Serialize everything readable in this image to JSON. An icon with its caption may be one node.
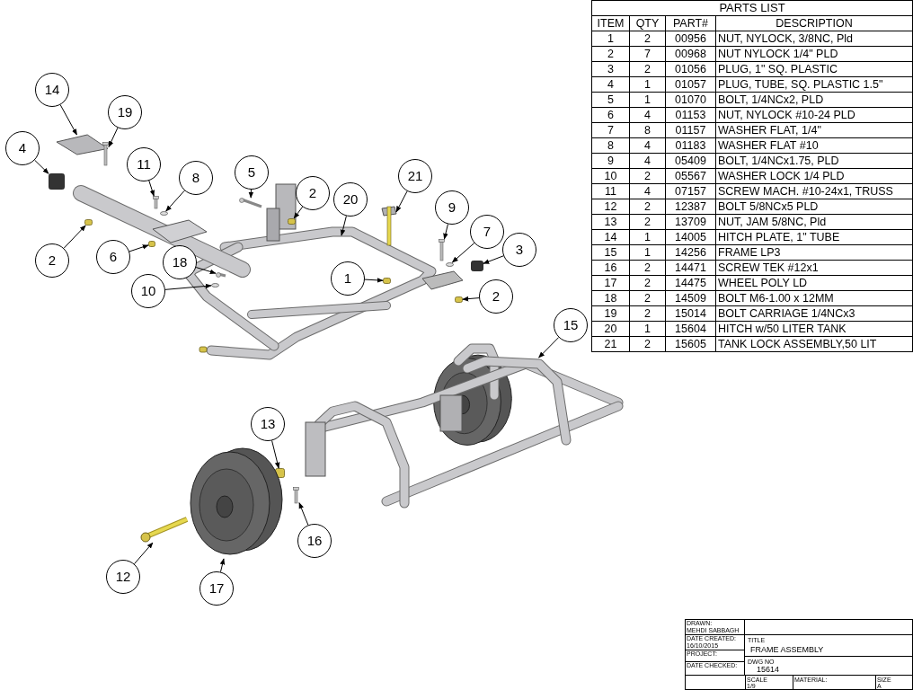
{
  "diagram": {
    "nodes": [
      {
        "text": [
          "14"
        ]
      },
      {
        "text": [
          "19"
        ]
      },
      {
        "text": [
          "4"
        ]
      },
      {
        "text": [
          "11"
        ]
      },
      {
        "text": [
          "8"
        ]
      },
      {
        "text": [
          "5"
        ]
      },
      {
        "text": [
          "2"
        ]
      },
      {
        "text": [
          "20"
        ]
      },
      {
        "text": [
          "21"
        ]
      },
      {
        "text": [
          "9"
        ]
      },
      {
        "text": [
          "7"
        ]
      },
      {
        "text": [
          "3"
        ]
      },
      {
        "text": [
          "6"
        ]
      },
      {
        "text": [
          "2"
        ]
      },
      {
        "text": [
          "18"
        ]
      },
      {
        "text": [
          "10"
        ]
      },
      {
        "text": [
          "1"
        ]
      },
      {
        "text": [
          "2"
        ]
      },
      {
        "text": [
          "15"
        ]
      },
      {
        "text": [
          "13"
        ]
      },
      {
        "text": [
          "16"
        ]
      },
      {
        "text": [
          "12"
        ]
      },
      {
        "text": [
          "17"
        ]
      },
      {
        "text": [],
        "shape": "picture"
      },
      {
        "text": [],
        "shape": "picture"
      },
      {
        "text": [],
        "shape": "box"
      },
      {
        "text": [],
        "shape": "picture"
      },
      {
        "text": [],
        "shape": "circle"
      },
      {
        "text": [],
        "shape": "picture"
      },
      {
        "text": [],
        "shape": "box"
      },
      {
        "text": [],
        "shape": "picture"
      },
      {
        "text": [],
        "shape": "picture"
      },
      {
        "text": [],
        "shape": "circle"
      },
      {
        "text": [],
        "shape": "box"
      },
      {
        "text": [],
        "shape": "box"
      },
      {
        "text": [],
        "shape": "box"
      },
      {
        "text": [],
        "shape": "picture"
      },
      {
        "text": [],
        "shape": "circle"
      },
      {
        "text": [],
        "shape": "box"
      },
      {
        "text": [],
        "shape": "box"
      },
      {
        "text": [],
        "shape": "picture"
      },
      {
        "text": [],
        "shape": "box"
      },
      {
        "text": [],
        "shape": "picture"
      },
      {
        "text": [],
        "shape": "picture"
      },
      {
        "text": [],
        "shape": "picture"
      }
    ],
    "edges": [
      {
        "from": 0,
        "to": 23,
        "arrow": "to"
      },
      {
        "from": 1,
        "to": 24,
        "arrow": "to"
      },
      {
        "from": 2,
        "to": 25,
        "arrow": "to"
      },
      {
        "from": 3,
        "to": 26,
        "arrow": "to"
      },
      {
        "from": 4,
        "to": 27,
        "arrow": "to"
      },
      {
        "from": 5,
        "to": 28,
        "arrow": "to"
      },
      {
        "from": 6,
        "to": 29,
        "arrow": "to"
      },
      {
        "from": 7,
        "to": null,
        "arrow": "to"
      },
      {
        "from": 8,
        "to": 30,
        "arrow": "to"
      },
      {
        "from": 9,
        "to": 31,
        "arrow": "to"
      },
      {
        "from": 10,
        "to": 32,
        "arrow": "to"
      },
      {
        "from": 11,
        "to": 33,
        "arrow": "to"
      },
      {
        "from": 12,
        "to": 34,
        "arrow": "to"
      },
      {
        "from": 13,
        "to": 35,
        "arrow": "to"
      },
      {
        "from": 14,
        "to": 36,
        "arrow": "to"
      },
      {
        "from": 15,
        "to": 37,
        "arrow": "to"
      },
      {
        "from": 16,
        "to": 38,
        "arrow": "to"
      },
      {
        "from": 17,
        "to": 39,
        "arrow": "to"
      },
      {
        "from": 18,
        "to": 40,
        "arrow": "to"
      },
      {
        "from": 19,
        "to": 41,
        "arrow": "to"
      },
      {
        "from": 20,
        "to": 42,
        "arrow": "to"
      },
      {
        "from": 21,
        "to": 43,
        "arrow": "to"
      },
      {
        "from": 22,
        "to": 44,
        "arrow": "to"
      }
    ],
    "labels": [
      "PARTS LIST",
      "ITEM",
      "QTY",
      "PART#",
      "DESCRIPTION",
      "1",
      "2",
      "00956",
      "NUT, NYLOCK, 3/8NC, Pld",
      "2",
      "7",
      "00968",
      "NUT NYLOCK 1/4\" PLD",
      "3",
      "2",
      "01056",
      "PLUG, 1\" SQ. PLASTIC",
      "4",
      "1",
      "01057",
      "PLUG, TUBE, SQ. PLASTIC 1.5\"",
      "5",
      "1",
      "01070",
      "BOLT, 1/4NCx2, PLD",
      "6",
      "4",
      "01153",
      "NUT, NYLOCK #10-24 PLD",
      "7",
      "8",
      "01157",
      "WASHER FLAT, 1/4\"",
      "8",
      "4",
      "01183",
      "WASHER FLAT #10",
      "9",
      "4",
      "05409",
      "BOLT, 1/4NCx1.75, PLD",
      "10",
      "2",
      "05567",
      "WASHER LOCK 1/4 PLD",
      "11",
      "4",
      "07157",
      "SCREW MACH. #10-24x1, TRUSS",
      "12",
      "2",
      "12387",
      "BOLT 5/8NCx5 PLD",
      "13",
      "2",
      "13709",
      "NUT, JAM 5/8NC, Pld",
      "14",
      "1",
      "14005",
      "HITCH PLATE, 1\" TUBE",
      "15",
      "1",
      "14256",
      "FRAME LP3",
      "16",
      "2",
      "14471",
      "SCREW TEK #12x1",
      "17",
      "2",
      "14475",
      "WHEEL POLY LD",
      "18",
      "2",
      "14509",
      "BOLT M6-1.00 x 12MM",
      "19",
      "2",
      "15014",
      "BOLT CARRIAGE 1/4NCx3",
      "20",
      "1",
      "15604",
      "HITCH w/50 LITER TANK",
      "21",
      "2",
      "15605",
      "TANK LOCK ASSEMBLY,50 LIT",
      "DRAWN:",
      "MEHDI SABBAGH",
      "DATE CREATED:",
      "16/10/2015",
      "PROJECT:",
      "DATE CHECKED:",
      "TITLE",
      "FRAME ASSEMBLY",
      "DWG NO",
      "15614",
      "SCALE",
      "1/9",
      "MATERIAL:",
      "SIZE",
      "A"
    ]
  }
}
